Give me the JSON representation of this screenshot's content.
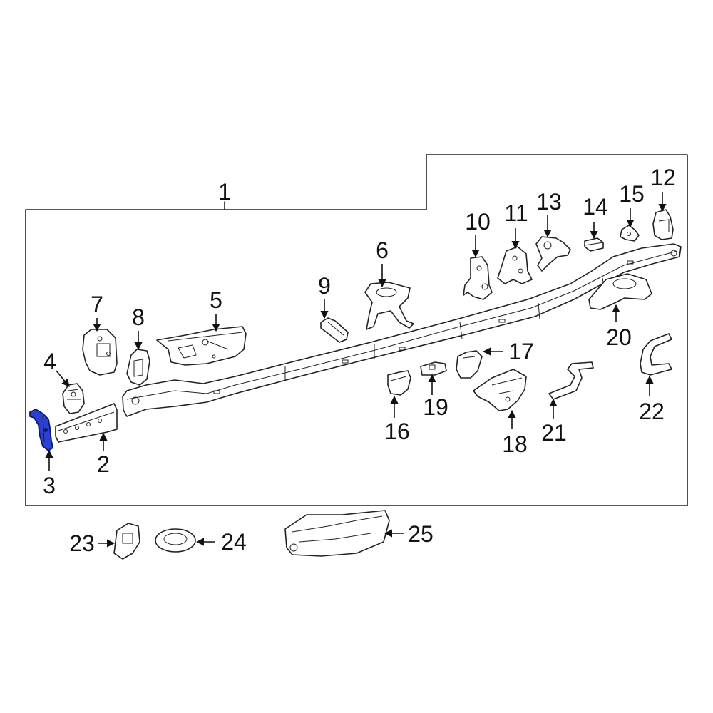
{
  "diagram": {
    "highlight_color": "#2b3fd0",
    "line_color": "#222222",
    "background": "#ffffff",
    "callouts": {
      "c1": "1",
      "c2": "2",
      "c3": "3",
      "c4": "4",
      "c5": "5",
      "c6": "6",
      "c7": "7",
      "c8": "8",
      "c9": "9",
      "c10": "10",
      "c11": "11",
      "c12": "12",
      "c13": "13",
      "c14": "14",
      "c15": "15",
      "c16": "16",
      "c17": "17",
      "c18": "18",
      "c19": "19",
      "c20": "20",
      "c21": "21",
      "c22": "22",
      "c23": "23",
      "c24": "24",
      "c25": "25"
    }
  }
}
